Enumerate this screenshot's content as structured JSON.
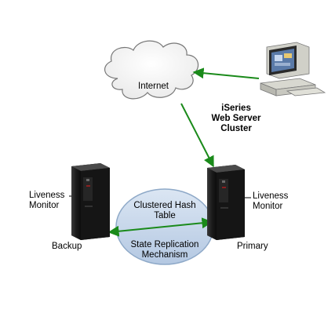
{
  "diagram": {
    "internet_label": "Internet",
    "cluster_label_line1": "iSeries",
    "cluster_label_line2": "Web Server",
    "cluster_label_line3": "Cluster",
    "hash_table_line1": "Clustered Hash",
    "hash_table_line2": "Table",
    "replication_line1": "State Replication",
    "replication_line2": "Mechanism",
    "left_monitor_line1": "Liveness",
    "left_monitor_line2": "Monitor",
    "right_monitor_line1": "Liveness",
    "right_monitor_line2": "Monitor",
    "backup_label": "Backup",
    "primary_label": "Primary",
    "colors": {
      "arrow": "#1a8a1a",
      "ellipse_fill": "#c7d8ec",
      "ellipse_stroke": "#8ea9c8",
      "server": "#1b1b1b",
      "cloud_stroke": "#777777"
    }
  }
}
